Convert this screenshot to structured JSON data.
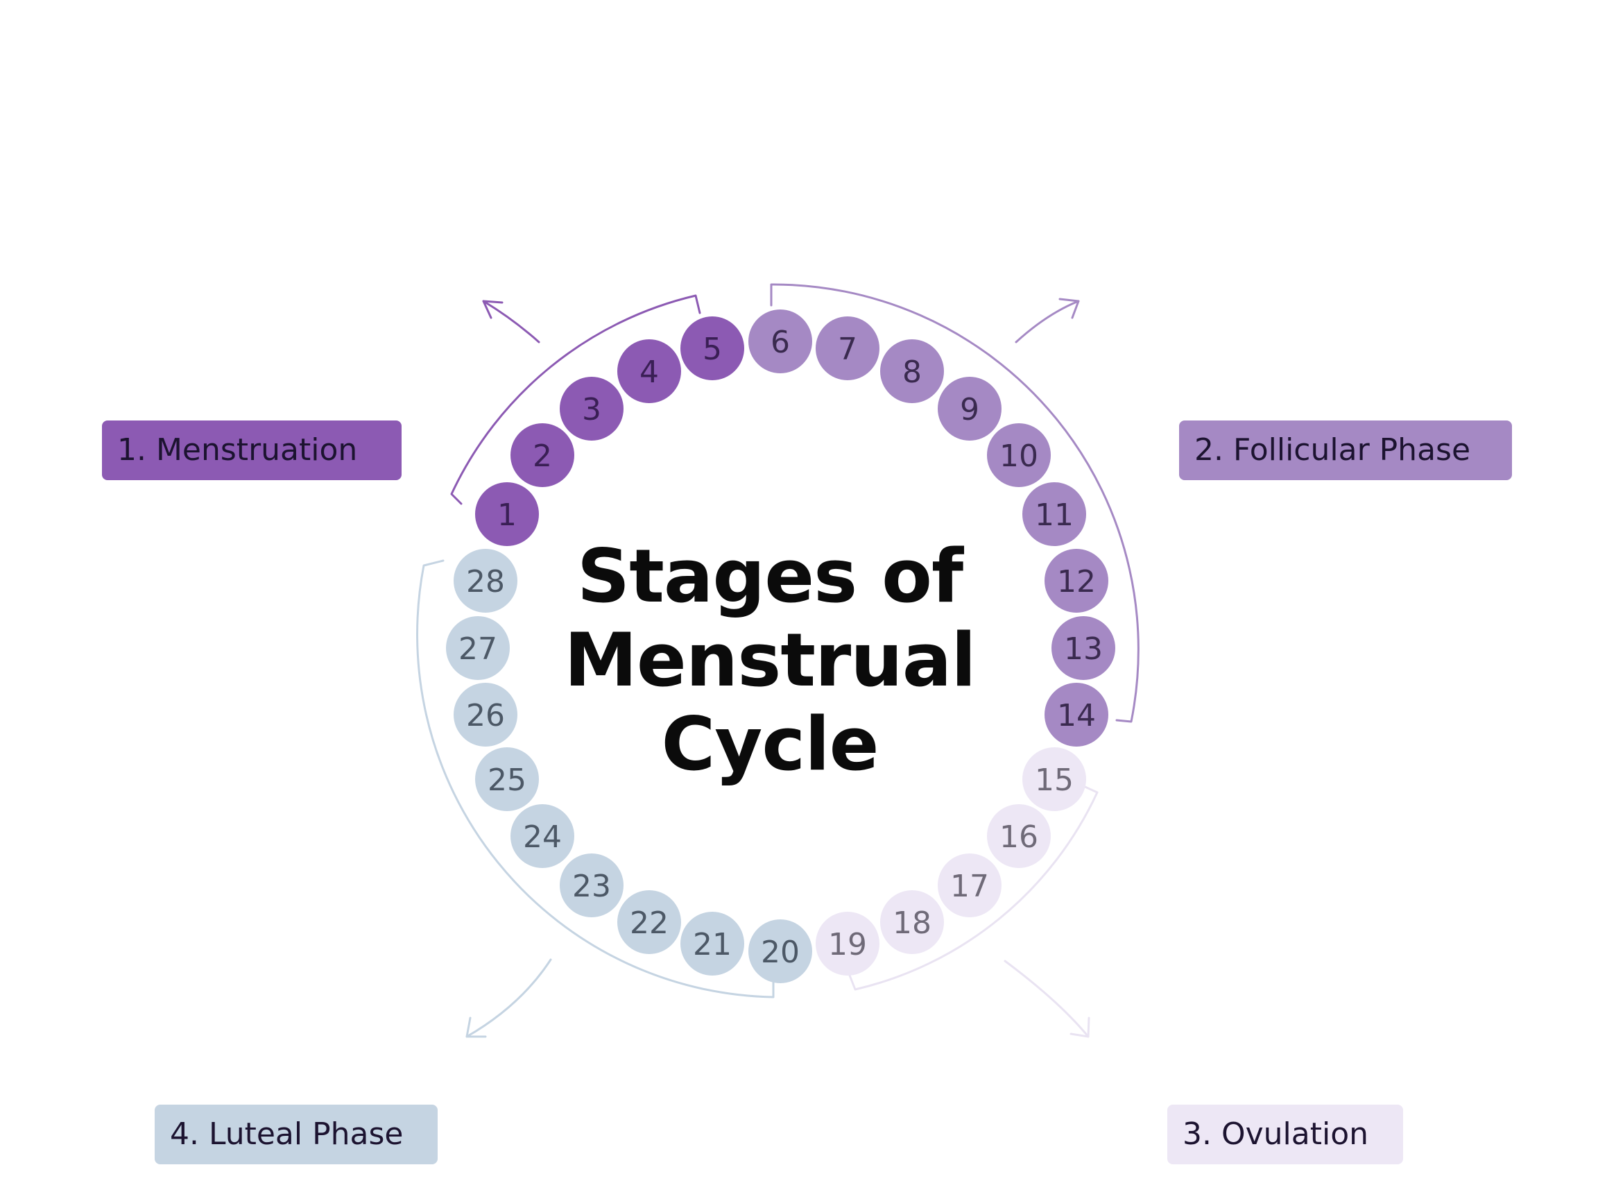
{
  "title_lines": [
    "Stages of",
    "Menstrual",
    "Cycle"
  ],
  "phases": [
    {
      "id": "menstruation",
      "label": "1. Menstruation",
      "days": [
        1,
        5
      ],
      "color": "#8c5ab3"
    },
    {
      "id": "follicular",
      "label": "2. Follicular Phase",
      "days": [
        6,
        14
      ],
      "color": "#a589c4"
    },
    {
      "id": "ovulation",
      "label": "3. Ovulation",
      "days": [
        15,
        19
      ],
      "color": "#ede7f5"
    },
    {
      "id": "luteal",
      "label": "4. Luteal Phase",
      "days": [
        20,
        28
      ],
      "color": "#c5d4e2"
    }
  ],
  "days": [
    {
      "label": "1",
      "phase": "menstruation"
    },
    {
      "label": "2",
      "phase": "menstruation"
    },
    {
      "label": "3",
      "phase": "menstruation"
    },
    {
      "label": "4",
      "phase": "menstruation"
    },
    {
      "label": "5",
      "phase": "menstruation"
    },
    {
      "label": "6",
      "phase": "follicular"
    },
    {
      "label": "7",
      "phase": "follicular"
    },
    {
      "label": "8",
      "phase": "follicular"
    },
    {
      "label": "9",
      "phase": "follicular"
    },
    {
      "label": "10",
      "phase": "follicular"
    },
    {
      "label": "11",
      "phase": "follicular"
    },
    {
      "label": "12",
      "phase": "follicular"
    },
    {
      "label": "13",
      "phase": "follicular"
    },
    {
      "label": "14",
      "phase": "follicular"
    },
    {
      "label": "15",
      "phase": "ovulation"
    },
    {
      "label": "16",
      "phase": "ovulation"
    },
    {
      "label": "17",
      "phase": "ovulation"
    },
    {
      "label": "18",
      "phase": "ovulation"
    },
    {
      "label": "19",
      "phase": "ovulation"
    },
    {
      "label": "20",
      "phase": "luteal"
    },
    {
      "label": "21",
      "phase": "luteal"
    },
    {
      "label": "22",
      "phase": "luteal"
    },
    {
      "label": "23",
      "phase": "luteal"
    },
    {
      "label": "24",
      "phase": "luteal"
    },
    {
      "label": "25",
      "phase": "luteal"
    },
    {
      "label": "26",
      "phase": "luteal"
    },
    {
      "label": "27",
      "phase": "luteal"
    },
    {
      "label": "28",
      "phase": "luteal"
    }
  ],
  "colors": {
    "menstruation_bracket": "#8c5ab3",
    "follicular_bracket": "#a589c4",
    "ovulation_bracket": "#e9e3f2",
    "luteal_bracket": "#c5d4e2",
    "menstruation_text": "#3a1f55",
    "follicular_text": "#3a2a4f",
    "ovulation_text": "#6f6a78",
    "luteal_text": "#4c5866"
  }
}
